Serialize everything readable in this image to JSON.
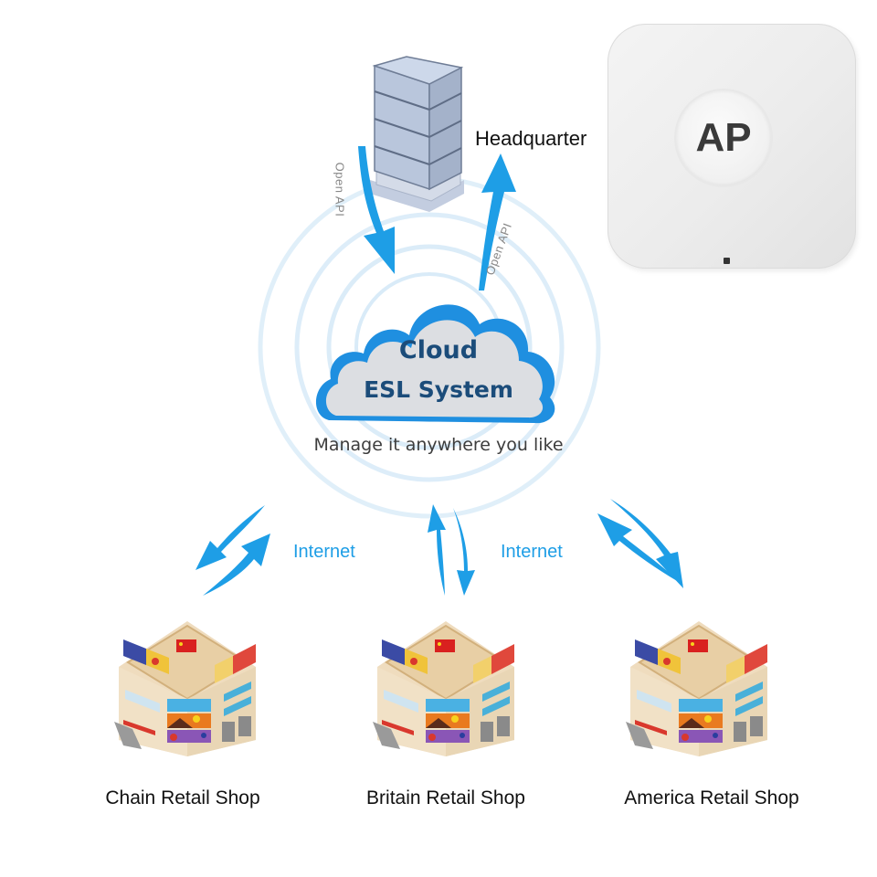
{
  "headquarter": {
    "label": "Headquarter",
    "icon": "office-building-icon"
  },
  "api_links": {
    "down_label": "Open API",
    "up_label": "Open API"
  },
  "access_point": {
    "label": "AP",
    "icon": "wireless-access-point-icon"
  },
  "cloud": {
    "line1": "Cloud",
    "line2": "ESL System",
    "tagline": "Manage it anywhere you like",
    "icon": "cloud-icon"
  },
  "connections": [
    {
      "label": "Internet"
    },
    {
      "label": "Internet"
    }
  ],
  "shops": [
    {
      "label": "Chain Retail Shop",
      "icon": "retail-store-icon"
    },
    {
      "label": "Britain Retail Shop",
      "icon": "retail-store-icon"
    },
    {
      "label": "America Retail Shop",
      "icon": "retail-store-icon"
    }
  ],
  "colors": {
    "arrow_blue": "#1e9ee6",
    "cloud_blue": "#1f8fe0",
    "cloud_text": "#1b4c7a",
    "ring_blue": "#cfe6f6"
  }
}
